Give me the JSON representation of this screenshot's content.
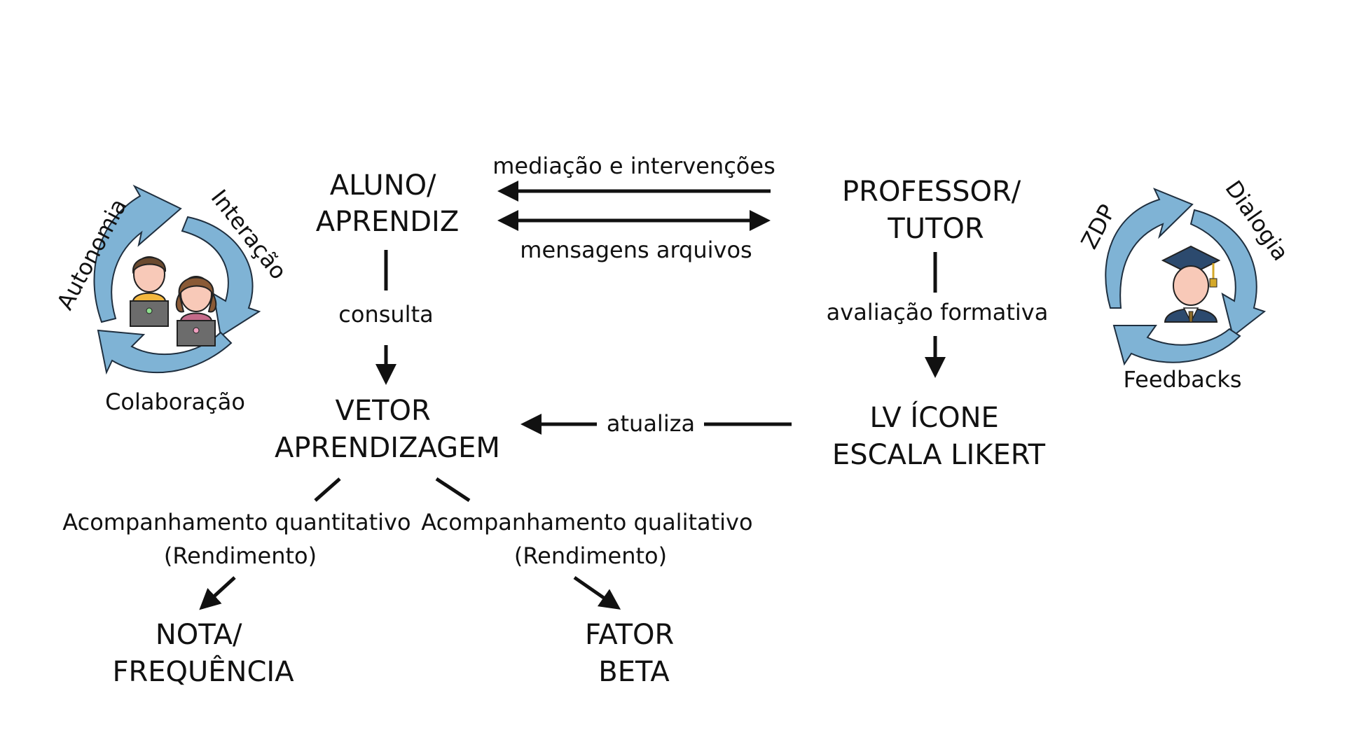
{
  "diagram": {
    "nodes": {
      "aluno_line1": "ALUNO/",
      "aluno_line2": "APRENDIZ",
      "professor_line1": "PROFESSOR/",
      "professor_line2": "TUTOR",
      "vetor_line1": "VETOR",
      "vetor_line2": "APRENDIZAGEM",
      "lv_line1": "LV ÍCONE",
      "lv_line2": "ESCALA LIKERT",
      "nota_line1": "NOTA/",
      "nota_line2": "FREQUÊNCIA",
      "fator_line1": "FATOR",
      "fator_line2": "BETA"
    },
    "edges": {
      "mediacao": "mediação e intervenções",
      "mensagens": "mensagens arquivos",
      "consulta": "consulta",
      "avaliacao": "avaliação formativa",
      "atualiza": "atualiza",
      "quantitativo_line1": "Acompanhamento quantitativo",
      "quantitativo_line2": "(Rendimento)",
      "qualitativo_line1": "Acompanhamento qualitativo",
      "qualitativo_line2": "(Rendimento)"
    },
    "student_cycle": {
      "labels": [
        "Autonomia",
        "Interação",
        "Colaboração"
      ],
      "icon": "students-with-laptops-icon"
    },
    "teacher_cycle": {
      "labels": [
        "ZDP",
        "Dialogia",
        "Feedbacks"
      ],
      "icon": "graduate-teacher-icon"
    },
    "colors": {
      "cycle_arrow": "#7fb3d5",
      "text": "#111111"
    }
  }
}
